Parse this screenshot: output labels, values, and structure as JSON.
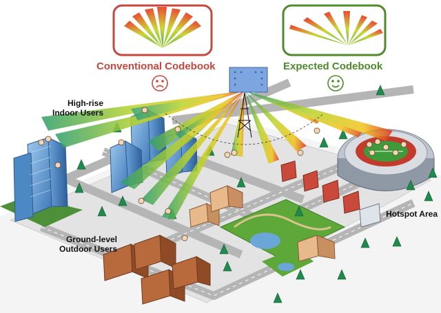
{
  "labels": {
    "conventional_codebook": "Conventional Codebook",
    "expected_codebook": "Expected Codebook",
    "high_rise_line1": "High-rise",
    "high_rise_line2": "Indoor Users",
    "ground_line1": "Ground-level",
    "ground_line2": "Outdoor Users",
    "hotspot": "Hotspot Area"
  },
  "icons": {
    "conventional_face": "sad-face-icon",
    "expected_face": "smiley-face-icon"
  },
  "colors": {
    "conventional": "#c8463f",
    "expected": "#4f8a2a",
    "road": "#b9b9b9",
    "ground": "#e6e6e6",
    "beam_outer": "#d92a1e",
    "beam_mid": "#f2d21b",
    "beam_inner": "#3bb36b"
  }
}
